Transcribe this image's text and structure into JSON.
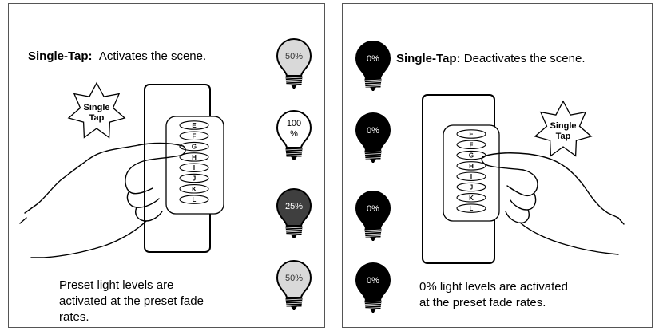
{
  "left": {
    "heading_bold": "Single-Tap:",
    "heading_rest": "Activates the scene.",
    "caption_lines": [
      "Preset light levels  are",
      "activated at the preset fade",
      "rates."
    ],
    "star_lines": [
      "Single",
      "Tap"
    ],
    "buttons": [
      "E",
      "F",
      "G",
      "H",
      "I",
      "J",
      "K",
      "L"
    ],
    "bulbs": [
      {
        "lines": [
          "50%"
        ],
        "fill": "#d9d9d9",
        "text_color": "#333333"
      },
      {
        "lines": [
          "100",
          "%"
        ],
        "fill": "#ffffff",
        "text_color": "#000000"
      },
      {
        "lines": [
          "25%"
        ],
        "fill": "#3f3f3f",
        "text_color": "#ffffff"
      },
      {
        "lines": [
          "50%"
        ],
        "fill": "#d9d9d9",
        "text_color": "#333333"
      }
    ]
  },
  "right": {
    "heading_bold": "Single-Tap:",
    "heading_rest": "Deactivates the scene.",
    "caption_lines": [
      "0% light levels are activated",
      "at the preset fade rates."
    ],
    "star_lines": [
      "Single",
      "Tap"
    ],
    "buttons": [
      "E",
      "F",
      "G",
      "H",
      "I",
      "J",
      "K",
      "L"
    ],
    "bulbs": [
      {
        "lines": [
          "0%"
        ],
        "fill": "#000000",
        "text_color": "#ffffff"
      },
      {
        "lines": [
          "0%"
        ],
        "fill": "#000000",
        "text_color": "#ffffff"
      },
      {
        "lines": [
          "0%"
        ],
        "fill": "#000000",
        "text_color": "#ffffff"
      },
      {
        "lines": [
          "0%"
        ],
        "fill": "#000000",
        "text_color": "#ffffff"
      }
    ]
  }
}
